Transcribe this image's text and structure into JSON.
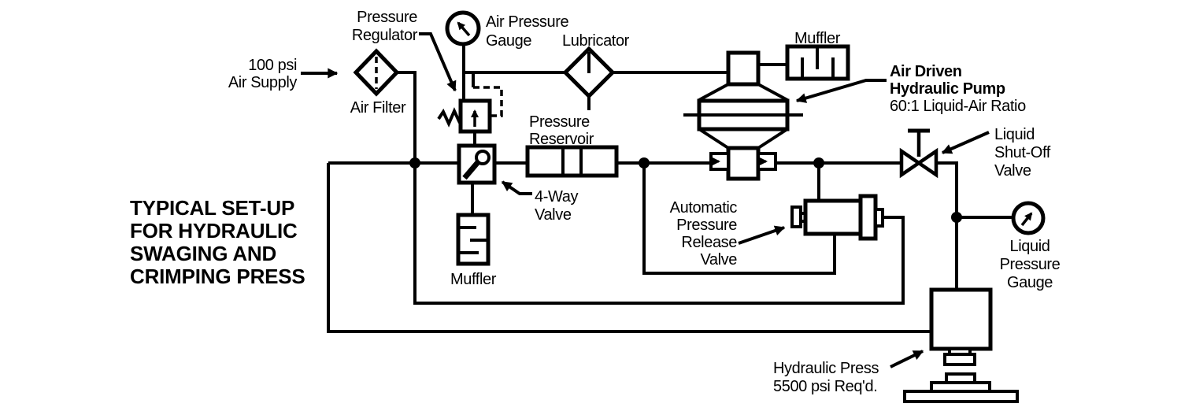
{
  "title": {
    "lines": [
      "TYPICAL SET-UP",
      "FOR HYDRAULIC",
      "SWAGING AND",
      "CRIMPING PRESS"
    ]
  },
  "labels": {
    "air_supply": {
      "lines": [
        "100 psi",
        "Air Supply"
      ]
    },
    "air_filter": "Air Filter",
    "pressure_regulator": {
      "lines": [
        "Pressure",
        "Regulator"
      ]
    },
    "air_pressure_gauge": {
      "lines": [
        "Air Pressure",
        "Gauge"
      ]
    },
    "lubricator": "Lubricator",
    "muffler_top": "Muffler",
    "pump": {
      "lines": [
        "Air Driven",
        "Hydraulic Pump",
        "60:1 Liquid-Air Ratio"
      ]
    },
    "pressure_reservoir": {
      "lines": [
        "Pressure",
        "Reservoir"
      ]
    },
    "four_way_valve": {
      "lines": [
        "4-Way",
        "Valve"
      ]
    },
    "muffler_bottom": "Muffler",
    "release_valve": {
      "lines": [
        "Automatic",
        "Pressure",
        "Release",
        "Valve"
      ]
    },
    "shutoff_valve": {
      "lines": [
        "Liquid",
        "Shut-Off",
        "Valve"
      ]
    },
    "liquid_pressure_gauge": {
      "lines": [
        "Liquid",
        "Pressure",
        "Gauge"
      ]
    },
    "hydraulic_press": {
      "lines": [
        "Hydraulic Press",
        "5500 psi Req'd."
      ]
    }
  },
  "values": {
    "supply_pressure": "100 psi",
    "liquid_air_ratio": "60:1",
    "required_pressure": "5500 psi"
  },
  "colors": {
    "ink": "#000000",
    "background": "#ffffff"
  }
}
